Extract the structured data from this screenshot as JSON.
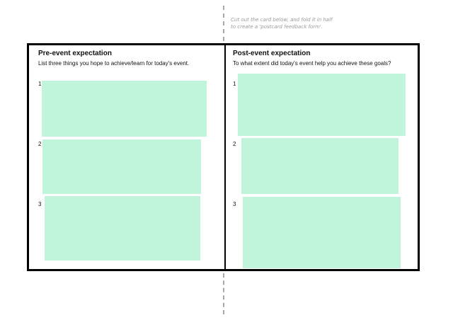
{
  "instructions": {
    "line1": "Cut out the card below, and fold it in half",
    "line2": "to create a 'postcard feedback form'."
  },
  "pre_event": {
    "title": "Pre-event expectation",
    "prompt": "List three things you hope to achieve/learn for today's event.",
    "items": [
      {
        "number": "1",
        "answer": ""
      },
      {
        "number": "2",
        "answer": ""
      },
      {
        "number": "3",
        "answer": ""
      }
    ]
  },
  "post_event": {
    "title": "Post-event expectation",
    "prompt": "To what extent did today's event help you achieve these goals?",
    "items": [
      {
        "number": "1",
        "answer": ""
      },
      {
        "number": "2",
        "answer": ""
      },
      {
        "number": "3",
        "answer": ""
      }
    ]
  },
  "colors": {
    "answer_box": "#c0f5db",
    "card_border": "#000000",
    "fold_line": "#a8a8a8",
    "instruction_text": "#9a9a9a"
  }
}
